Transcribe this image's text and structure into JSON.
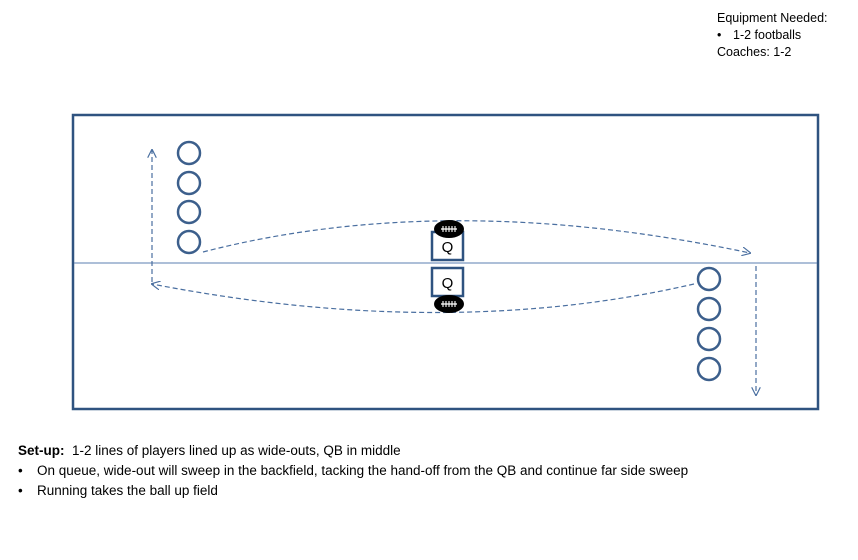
{
  "equipment": {
    "heading": "Equipment Needed:",
    "items": [
      "1-2 footballs"
    ],
    "coaches": "Coaches:  1-2"
  },
  "field": {
    "qb_label": "Q",
    "colors": {
      "border": "#2f5380",
      "player": "#3c5f8c",
      "arrow": "#4a6fa0",
      "midline": "#5b7fb0",
      "ball": "#000000"
    }
  },
  "setup": {
    "title": "Set-up:",
    "text": "  1-2 lines of players lined up as wide-outs, QB in middle",
    "bullets": [
      "On queue, wide-out will sweep in the backfield, tacking the  hand-off from the QB and continue far side sweep",
      "Running takes the ball up field"
    ]
  }
}
